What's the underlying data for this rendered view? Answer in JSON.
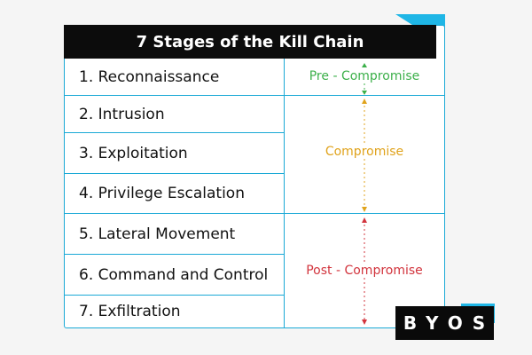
{
  "title": "7 Stages of the Kill Chain",
  "stages": [
    "1. Reconnaissance",
    "2. Intrusion",
    "3. Exploitation",
    "4. Privilege Escalation",
    "5. Lateral Movement",
    "6. Command and Control",
    "7. Exfiltration"
  ],
  "phases": [
    {
      "label": "Pre - Compromise",
      "color": "#3cb04a"
    },
    {
      "label": "Compromise",
      "color": "#e0a31c"
    },
    {
      "label": "Post - Compromise",
      "color": "#d2343d"
    }
  ],
  "logo": "BYOS",
  "colors": {
    "border": "#1aa9d6",
    "accent_cyan": "#1fb6e6",
    "title_bg": "#0c0c0c"
  }
}
